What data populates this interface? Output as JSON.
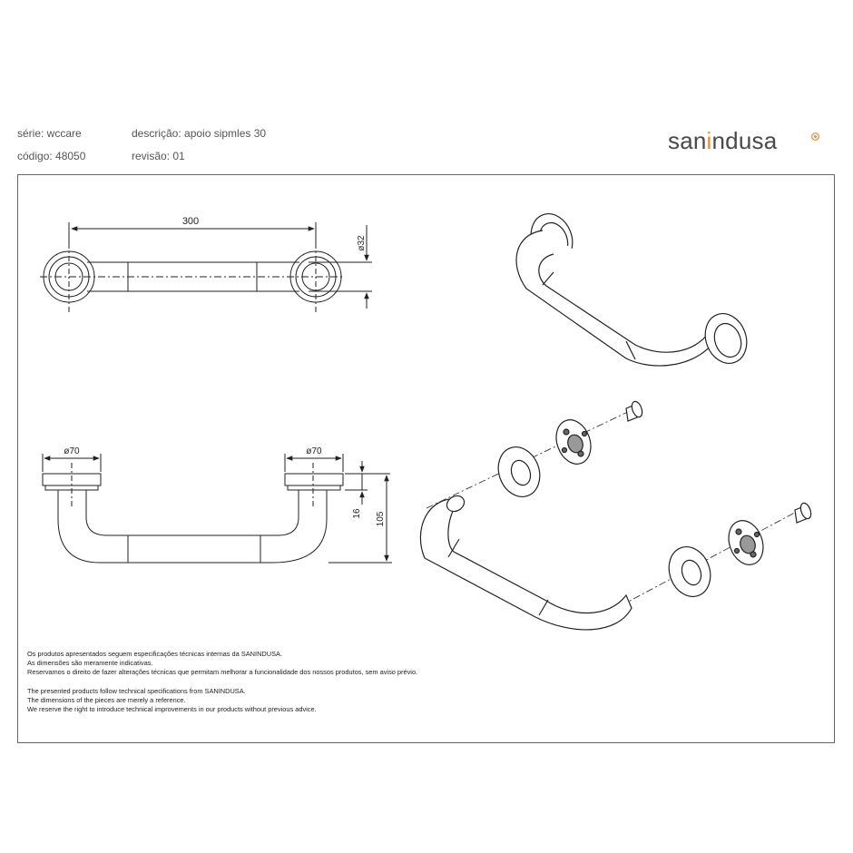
{
  "header": {
    "series": "série: wccare",
    "code": "código: 48050",
    "description": "descrição: apoio sipmles 30",
    "revision": "revisão: 01",
    "logo_prefix": "san",
    "logo_accent": "i",
    "logo_suffix": "ndusa",
    "logo_mark_icon": "orange-dot-icon"
  },
  "dimensions": {
    "length": "300",
    "rosette_diameter_top": "ø32",
    "flange_left": "ø70",
    "flange_right": "ø70",
    "flange_thickness": "16",
    "projection": "105"
  },
  "notes": {
    "pt": [
      "Os produtos apresentados seguem especificações técnicas internas da SANINDUSA.",
      "As dimensões são meramente indicativas.",
      "Reservamos o direito de fazer alterações técnicas que permitam melhorar a funcionalidade dos nossos produtos, sem aviso prévio."
    ],
    "en": [
      "The presented products follow technical specifications from SANINDUSA.",
      "The dimensions of the pieces are merely a reference.",
      "We reserve the right to introduce technical improvements in our products without previous advice."
    ]
  },
  "colors": {
    "line": "#222222",
    "text": "#4a4a4a",
    "accent": "#e8892a"
  }
}
